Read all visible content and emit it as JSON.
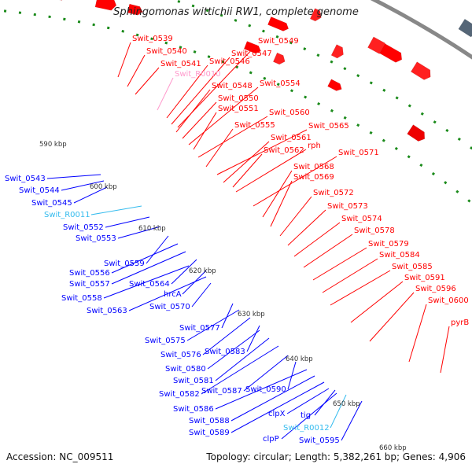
{
  "title": "Sphingomonas wittichii RW1, complete genome",
  "accession": "Accession: NC_009511",
  "topology": "Topology: circular; Length: 5,382,261 bp; Genes: 4,906",
  "ticks": [
    {
      "label": "590 kbp"
    },
    {
      "label": "600 kbp"
    },
    {
      "label": "610 kbp"
    },
    {
      "label": "620 kbp"
    },
    {
      "label": "630 kbp"
    },
    {
      "label": "640 kbp"
    },
    {
      "label": "650 kbp"
    },
    {
      "label": "660 kbp"
    }
  ],
  "colors": {
    "forward": "#ff0000",
    "reverse": "#0000ff",
    "rna": "#ff99cc",
    "rna_rev": "#33bbee",
    "backbone": "#888888"
  },
  "labels_right": [
    {
      "text": "Swit_0539",
      "color": "#ff0000"
    },
    {
      "text": "Swit_0540",
      "color": "#ff0000"
    },
    {
      "text": "Swit_0541",
      "color": "#ff0000"
    },
    {
      "text": "Swit_R0010",
      "color": "#ff99cc"
    },
    {
      "text": "Swit_0546",
      "color": "#ff0000"
    },
    {
      "text": "Swit_0547",
      "color": "#ff0000"
    },
    {
      "text": "Swit_0549",
      "color": "#ff0000"
    },
    {
      "text": "Swit_0548",
      "color": "#ff0000"
    },
    {
      "text": "Swit_0550",
      "color": "#ff0000"
    },
    {
      "text": "Swit_0554",
      "color": "#ff0000"
    },
    {
      "text": "Swit_0551",
      "color": "#ff0000"
    },
    {
      "text": "Swit_0560",
      "color": "#ff0000"
    },
    {
      "text": "Swit_0555",
      "color": "#ff0000"
    },
    {
      "text": "Swit_0565",
      "color": "#ff0000"
    },
    {
      "text": "Swit_0561",
      "color": "#ff0000"
    },
    {
      "text": "rph",
      "color": "#ff0000"
    },
    {
      "text": "Swit_0562",
      "color": "#ff0000"
    },
    {
      "text": "Swit_0571",
      "color": "#ff0000"
    },
    {
      "text": "Swit_0568",
      "color": "#ff0000"
    },
    {
      "text": "Swit_0569",
      "color": "#ff0000"
    },
    {
      "text": "Swit_0572",
      "color": "#ff0000"
    },
    {
      "text": "Swit_0573",
      "color": "#ff0000"
    },
    {
      "text": "Swit_0574",
      "color": "#ff0000"
    },
    {
      "text": "Swit_0578",
      "color": "#ff0000"
    },
    {
      "text": "Swit_0579",
      "color": "#ff0000"
    },
    {
      "text": "Swit_0584",
      "color": "#ff0000"
    },
    {
      "text": "Swit_0585",
      "color": "#ff0000"
    },
    {
      "text": "Swit_0591",
      "color": "#ff0000"
    },
    {
      "text": "Swit_0596",
      "color": "#ff0000"
    },
    {
      "text": "Swit_0600",
      "color": "#ff0000"
    },
    {
      "text": "pyrB",
      "color": "#ff0000"
    }
  ],
  "labels_left": [
    {
      "text": "Swit_0543",
      "color": "#0000ff"
    },
    {
      "text": "Swit_0544",
      "color": "#0000ff"
    },
    {
      "text": "Swit_0545",
      "color": "#0000ff"
    },
    {
      "text": "Swit_R0011",
      "color": "#33bbee"
    },
    {
      "text": "Swit_0552",
      "color": "#0000ff"
    },
    {
      "text": "Swit_0553",
      "color": "#0000ff"
    },
    {
      "text": "Swit_0559",
      "color": "#0000ff"
    },
    {
      "text": "Swit_0556",
      "color": "#0000ff"
    },
    {
      "text": "Swit_0557",
      "color": "#0000ff"
    },
    {
      "text": "Swit_0564",
      "color": "#0000ff"
    },
    {
      "text": "hrcA",
      "color": "#0000ff"
    },
    {
      "text": "Swit_0558",
      "color": "#0000ff"
    },
    {
      "text": "Swit_0570",
      "color": "#0000ff"
    },
    {
      "text": "Swit_0563",
      "color": "#0000ff"
    },
    {
      "text": "Swit_0577",
      "color": "#0000ff"
    },
    {
      "text": "Swit_0575",
      "color": "#0000ff"
    },
    {
      "text": "Swit_0576",
      "color": "#0000ff"
    },
    {
      "text": "Swit_0583",
      "color": "#0000ff"
    },
    {
      "text": "Swit_0580",
      "color": "#0000ff"
    },
    {
      "text": "Swit_0581",
      "color": "#0000ff"
    },
    {
      "text": "Swit_0582",
      "color": "#0000ff"
    },
    {
      "text": "Swit_0587",
      "color": "#0000ff"
    },
    {
      "text": "Swit_0590",
      "color": "#0000ff"
    },
    {
      "text": "Swit_0586",
      "color": "#0000ff"
    },
    {
      "text": "Swit_0588",
      "color": "#0000ff"
    },
    {
      "text": "Swit_0589",
      "color": "#0000ff"
    },
    {
      "text": "clpX",
      "color": "#0000ff"
    },
    {
      "text": "tig",
      "color": "#0000ff"
    },
    {
      "text": "Swit_R0012",
      "color": "#33bbee"
    },
    {
      "text": "clpP",
      "color": "#0000ff"
    },
    {
      "text": "Swit_0595",
      "color": "#0000ff"
    }
  ]
}
